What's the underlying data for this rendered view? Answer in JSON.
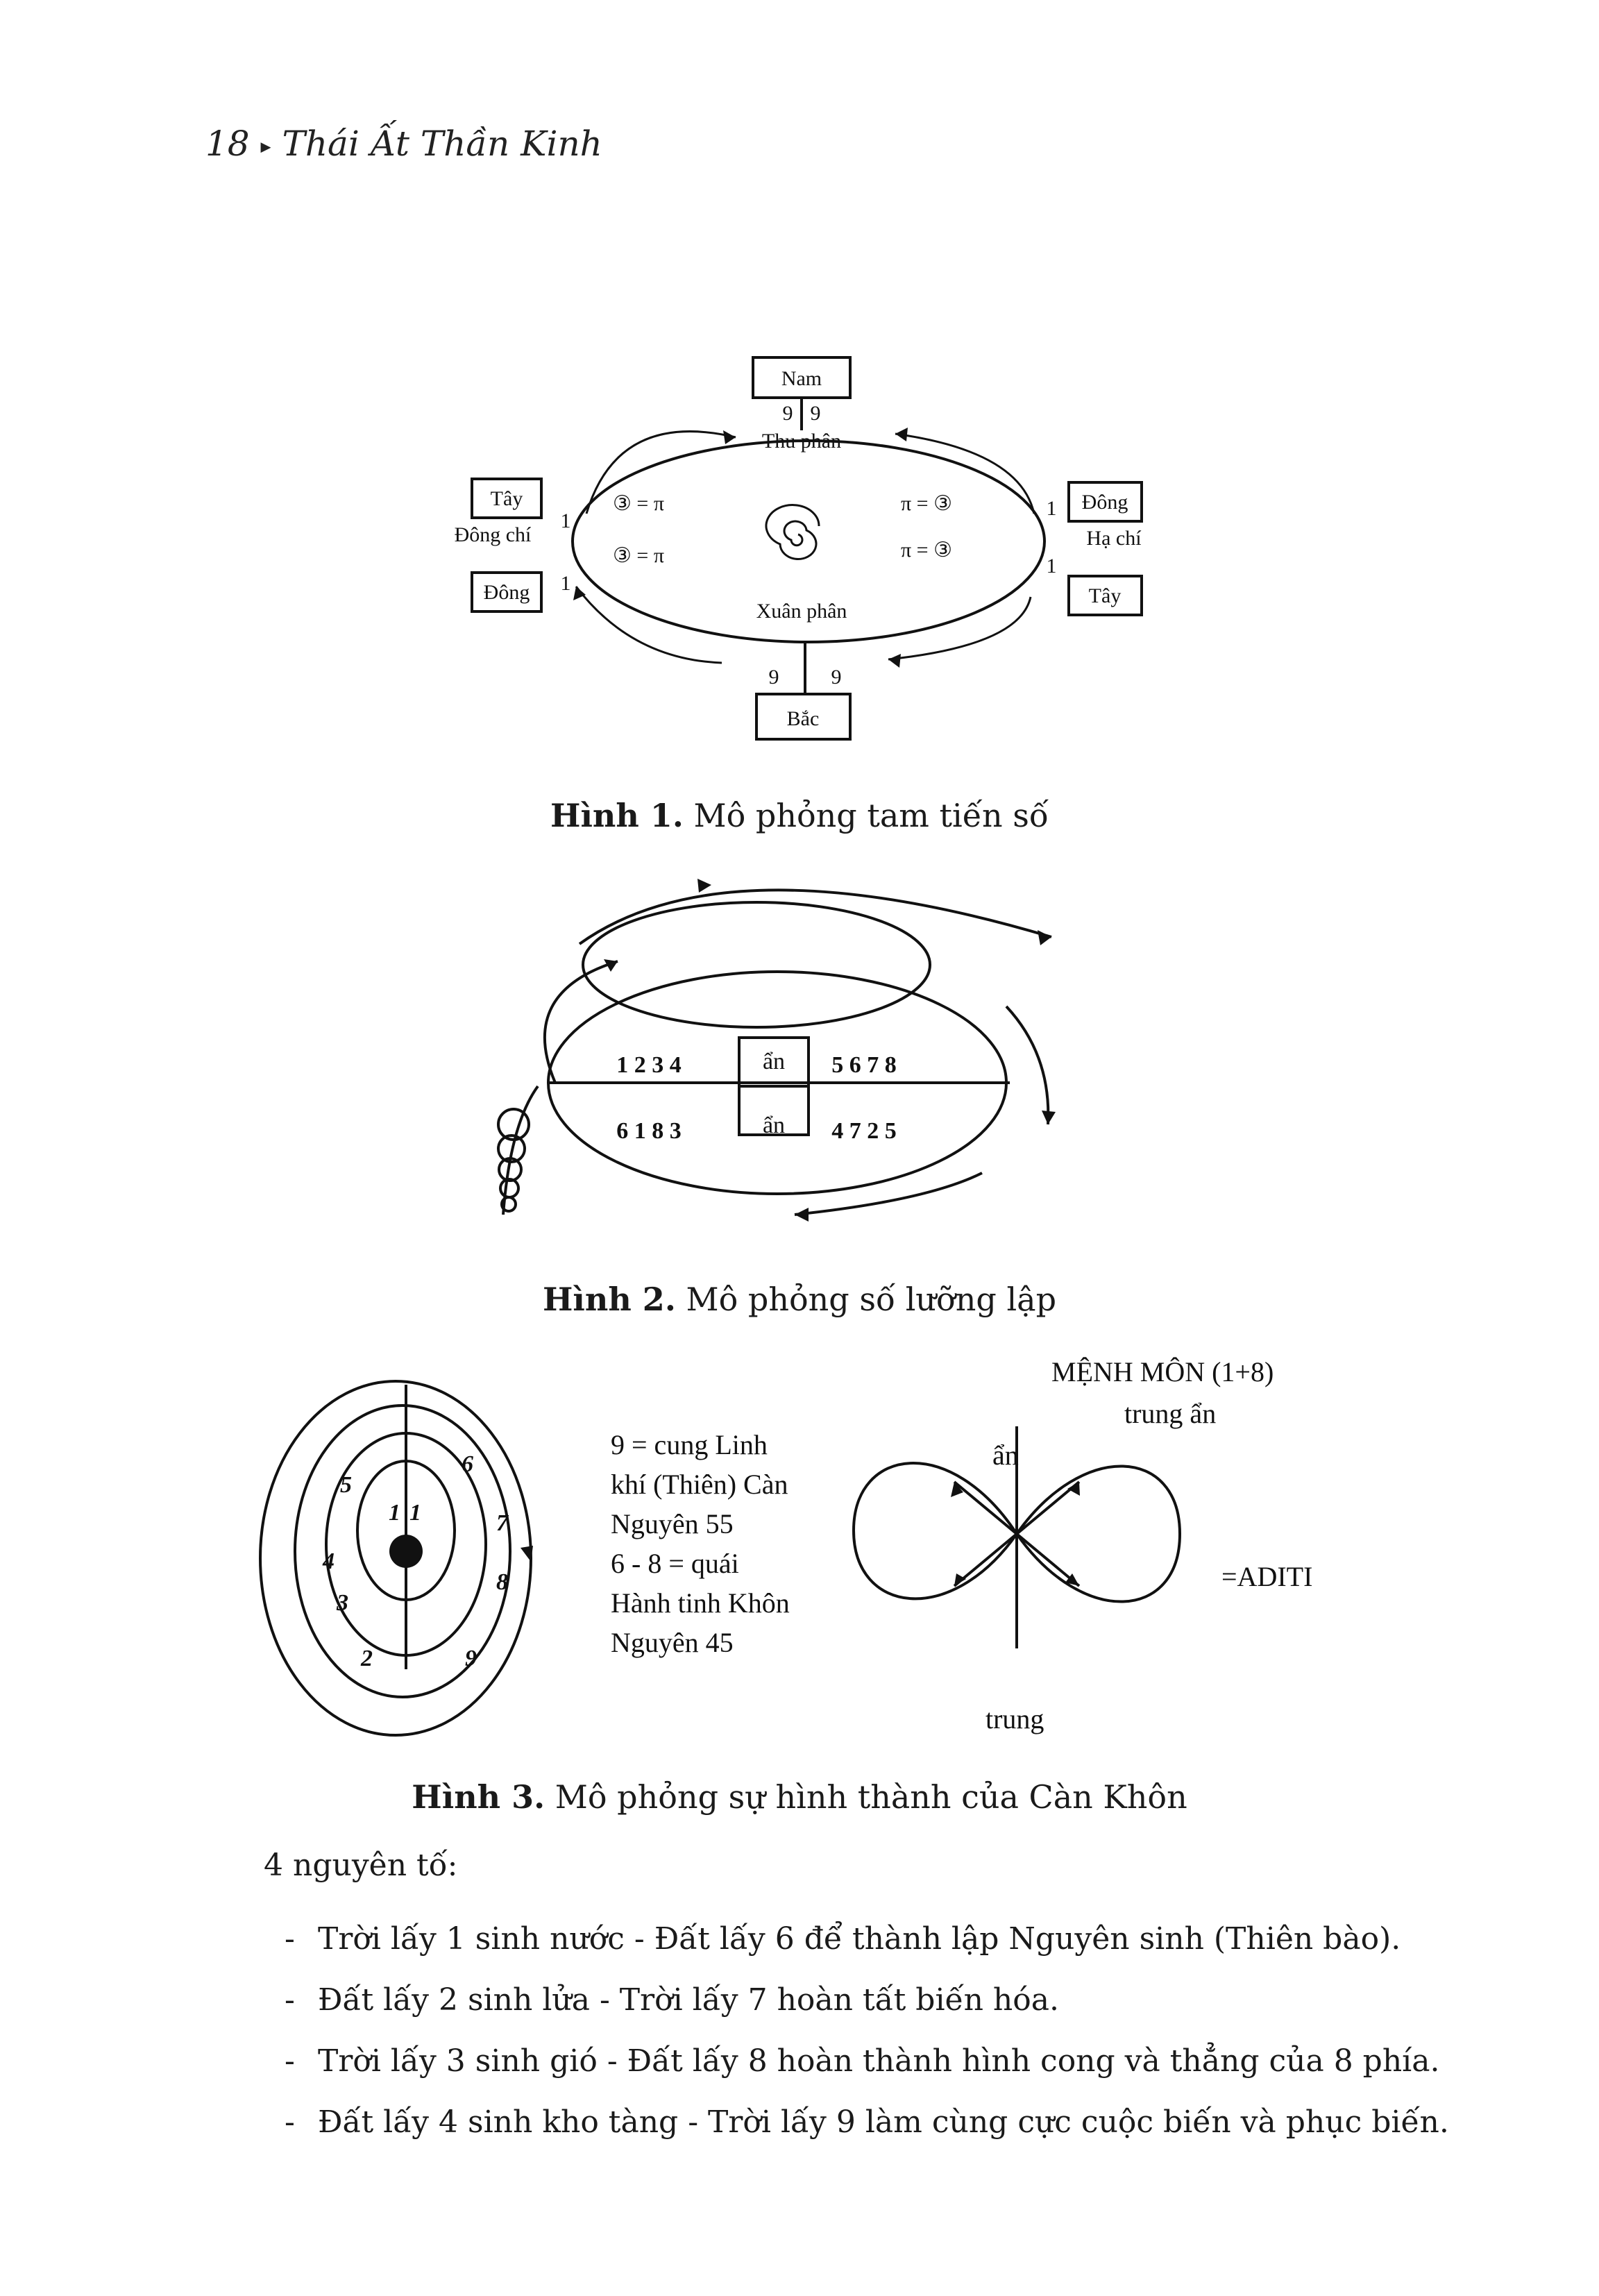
{
  "header": {
    "page_number": "18",
    "arrow": "▸",
    "book_title": "Thái Ất Thần Kinh"
  },
  "figure1": {
    "top_box": "Nam",
    "top_nums": [
      "9",
      "9"
    ],
    "thu_phan": "Thu phân",
    "left_top_box": "Tây",
    "dong_chi": "Đông chí",
    "left_bottom_box": "Đông",
    "right_top_box": "Đông",
    "ha_chi": "Hạ chí",
    "right_bottom_box": "Tây",
    "one": "1",
    "eq_left_1": "③ = π",
    "eq_left_2": "③ = π",
    "eq_right_1": "π = ③",
    "eq_right_2": "π = ③",
    "xuan_phan": "Xuân phân",
    "bottom_nums": [
      "9",
      "9"
    ],
    "bottom_box": "Bắc",
    "caption_bold": "Hình 1.",
    "caption_text": " Mô phỏng tam tiến số"
  },
  "figure2": {
    "top_left": "1 2 3 4",
    "top_mid": "ẩn",
    "top_right": "5 6 7 8",
    "bot_left": "6 1 8 3",
    "bot_mid": "ẩn",
    "bot_right": "4 7 2 5",
    "caption_bold": "Hình 2.",
    "caption_text": " Mô phỏng số lưỡng lập"
  },
  "figure3": {
    "spiral_digits": [
      "1",
      "1",
      "5",
      "4",
      "3",
      "2",
      "6",
      "9",
      "7",
      "8"
    ],
    "text_lines": [
      "9 = cung Linh",
      "khí (Thiên) Càn",
      "Nguyên 55",
      "6 - 8 = quái",
      "Hành tinh Khôn",
      "Nguyên 45"
    ],
    "menh_mon": "MỆNH MÔN (1+8)",
    "trung_an": "trung ẩn",
    "an": "ẩn",
    "aditi": "=ADITI",
    "trung": "trung",
    "caption_bold": "Hình 3.",
    "caption_text": " Mô phỏng sự hình thành của Càn Khôn"
  },
  "intro": "4 nguyên tố:",
  "list": [
    "Trời lấy 1 sinh nước - Đất lấy 6 để thành lập Nguyên sinh (Thiên bào).",
    "Đất lấy 2 sinh lửa - Trời lấy 7 hoàn tất biến hóa.",
    "Trời lấy 3 sinh gió - Đất lấy 8 hoàn thành hình cong và thẳng của 8 phía.",
    "Đất lấy 4 sinh kho tàng - Trời lấy 9 làm cùng cực cuộc biến và phục biến."
  ],
  "list_dash": "-"
}
